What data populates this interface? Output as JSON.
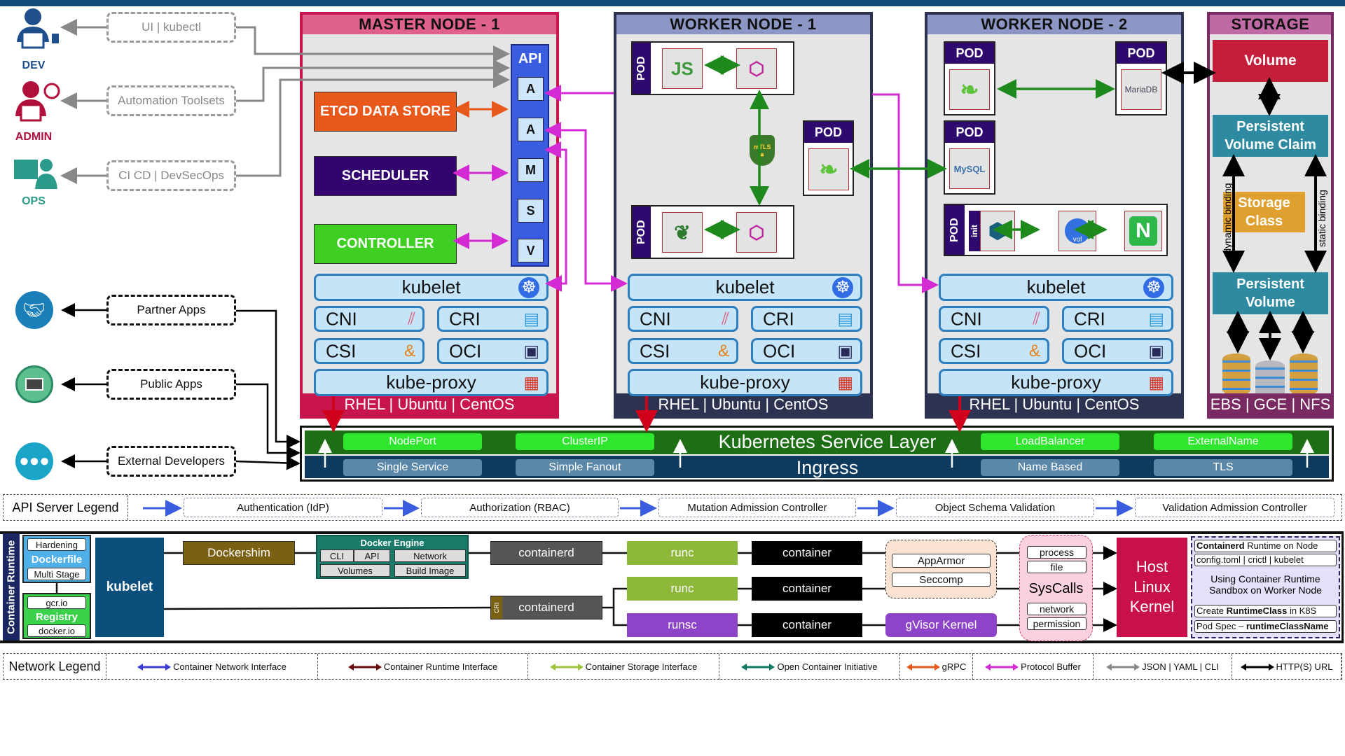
{
  "colors": {
    "top_bar": "#0e4a7a",
    "master_border": "#c8154b",
    "master_header": "#e0608e",
    "worker_border": "#2d3250",
    "worker_header": "#8c97c6",
    "storage_border": "#7a2a63",
    "storage_header": "#c06aa5"
  },
  "actors": [
    {
      "label": "DEV",
      "icon": "developer-laptop-icon",
      "color": "#1f4e8c"
    },
    {
      "label": "ADMIN",
      "icon": "admin-clock-icon",
      "color": "#b0103a"
    },
    {
      "label": "OPS",
      "icon": "ops-dashboard-icon",
      "color": "#2a9a8a"
    }
  ],
  "clients": [
    {
      "label": "UI | kubectl"
    },
    {
      "label": "Automation Toolsets"
    },
    {
      "label": "CI CD | DevSecOps"
    }
  ],
  "consumers": [
    {
      "label": "Partner Apps",
      "icon": "handshake-icon"
    },
    {
      "label": "Public Apps",
      "icon": "monitor-icon"
    },
    {
      "label": "External Developers",
      "icon": "team-icon"
    }
  ],
  "master": {
    "title": "MASTER NODE - 1",
    "etcd": "ETCD DATA STORE",
    "scheduler": "SCHEDULER",
    "controller": "CONTROLLER",
    "api": {
      "label": "API",
      "stages": [
        "A",
        "A",
        "M",
        "S",
        "V"
      ]
    }
  },
  "node_components": {
    "kubelet": "kubelet",
    "cni": "CNI",
    "cri": "CRI",
    "csi": "CSI",
    "oci": "OCI",
    "kube_proxy": "kube-proxy",
    "os": "RHEL | Ubuntu | CentOS"
  },
  "workers": [
    {
      "title": "WORKER NODE - 1",
      "pod_label": "POD",
      "mtls": "mTLS",
      "icons": [
        "nodejs-icon",
        "helm-icon",
        "mongodb-icon",
        "spring-icon"
      ]
    },
    {
      "title": "WORKER NODE - 2",
      "pod_label": "POD",
      "init": "init",
      "vol": "vol",
      "mariadb": "MariaDB",
      "mysql": "MySQL",
      "icons": [
        "spring-icon",
        "mariadb-icon",
        "mysql-icon",
        "alpine-icon",
        "volume-icon",
        "nginx-icon"
      ]
    }
  ],
  "storage": {
    "title": "STORAGE",
    "volume": "Volume",
    "pvc": "Persistent Volume Claim",
    "storage_class": "Storage Class",
    "pv": "Persistent Volume",
    "dynamic": "dynamic binding",
    "static": "static binding",
    "backends": "EBS | GCE | NFS"
  },
  "service_layer": {
    "title": "Kubernetes Service Layer",
    "types": [
      "NodePort",
      "ClusterIP",
      "LoadBalancer",
      "ExternalName"
    ],
    "ingress": "Ingress",
    "ingress_types": [
      "Single Service",
      "Simple Fanout",
      "Name Based",
      "TLS"
    ]
  },
  "api_legend": {
    "title": "API Server Legend",
    "steps": [
      "Authentication (IdP)",
      "Authorization (RBAC)",
      "Mutation Admission Controller",
      "Object Schema Validation",
      "Validation Admission Controller"
    ]
  },
  "runtime": {
    "title": "Container Runtime",
    "dockerfile": {
      "top": "Hardening",
      "label": "Dockerfile",
      "bottom": "Multi Stage"
    },
    "registry": {
      "top": "gcr.io",
      "label": "Registry",
      "bottom": "docker.io"
    },
    "kubelet": "kubelet",
    "dockershim": "Dockershim",
    "docker_engine": {
      "title": "Docker Engine",
      "parts": [
        "CLI",
        "API",
        "Network",
        "Volumes",
        "Build Image"
      ]
    },
    "containerd": "containerd",
    "cri": "CRI",
    "runtimes": [
      "runc",
      "runc",
      "runsc"
    ],
    "container": "container",
    "security": [
      "AppArmor",
      "Seccomp"
    ],
    "gvisor": "gVisor Kernel",
    "syscalls": {
      "label": "SysCalls",
      "items": [
        "process",
        "file",
        "network",
        "permission"
      ]
    },
    "kernel": "Host Linux Kernel",
    "notes": {
      "n1_bold": "Containerd",
      "n1_rest": " Runtime on Node",
      "n2": "config.toml | crictl | kubelet",
      "n3": "Using Container Runtime Sandbox on Worker Node",
      "n4_a": "Create ",
      "n4_bold": "RuntimeClass",
      "n4_b": " in K8S",
      "n5_a": "Pod Spec – ",
      "n5_bold": "runtimeClassName"
    }
  },
  "network_legend": {
    "title": "Network Legend",
    "items": [
      {
        "label": "Container Network Interface",
        "color": "#3b3bd6"
      },
      {
        "label": "Container Runtime Interface",
        "color": "#6b0a0a"
      },
      {
        "label": "Container Storage Interface",
        "color": "#9bc43a"
      },
      {
        "label": "Open Container Initiative",
        "color": "#0f7a64"
      },
      {
        "label": "gRPC",
        "color": "#e8581a"
      },
      {
        "label": "Protocol Buffer",
        "color": "#d42ad4"
      },
      {
        "label": "JSON | YAML | CLI",
        "color": "#888888"
      },
      {
        "label": "HTTP(S) URL",
        "color": "#000000"
      }
    ]
  }
}
